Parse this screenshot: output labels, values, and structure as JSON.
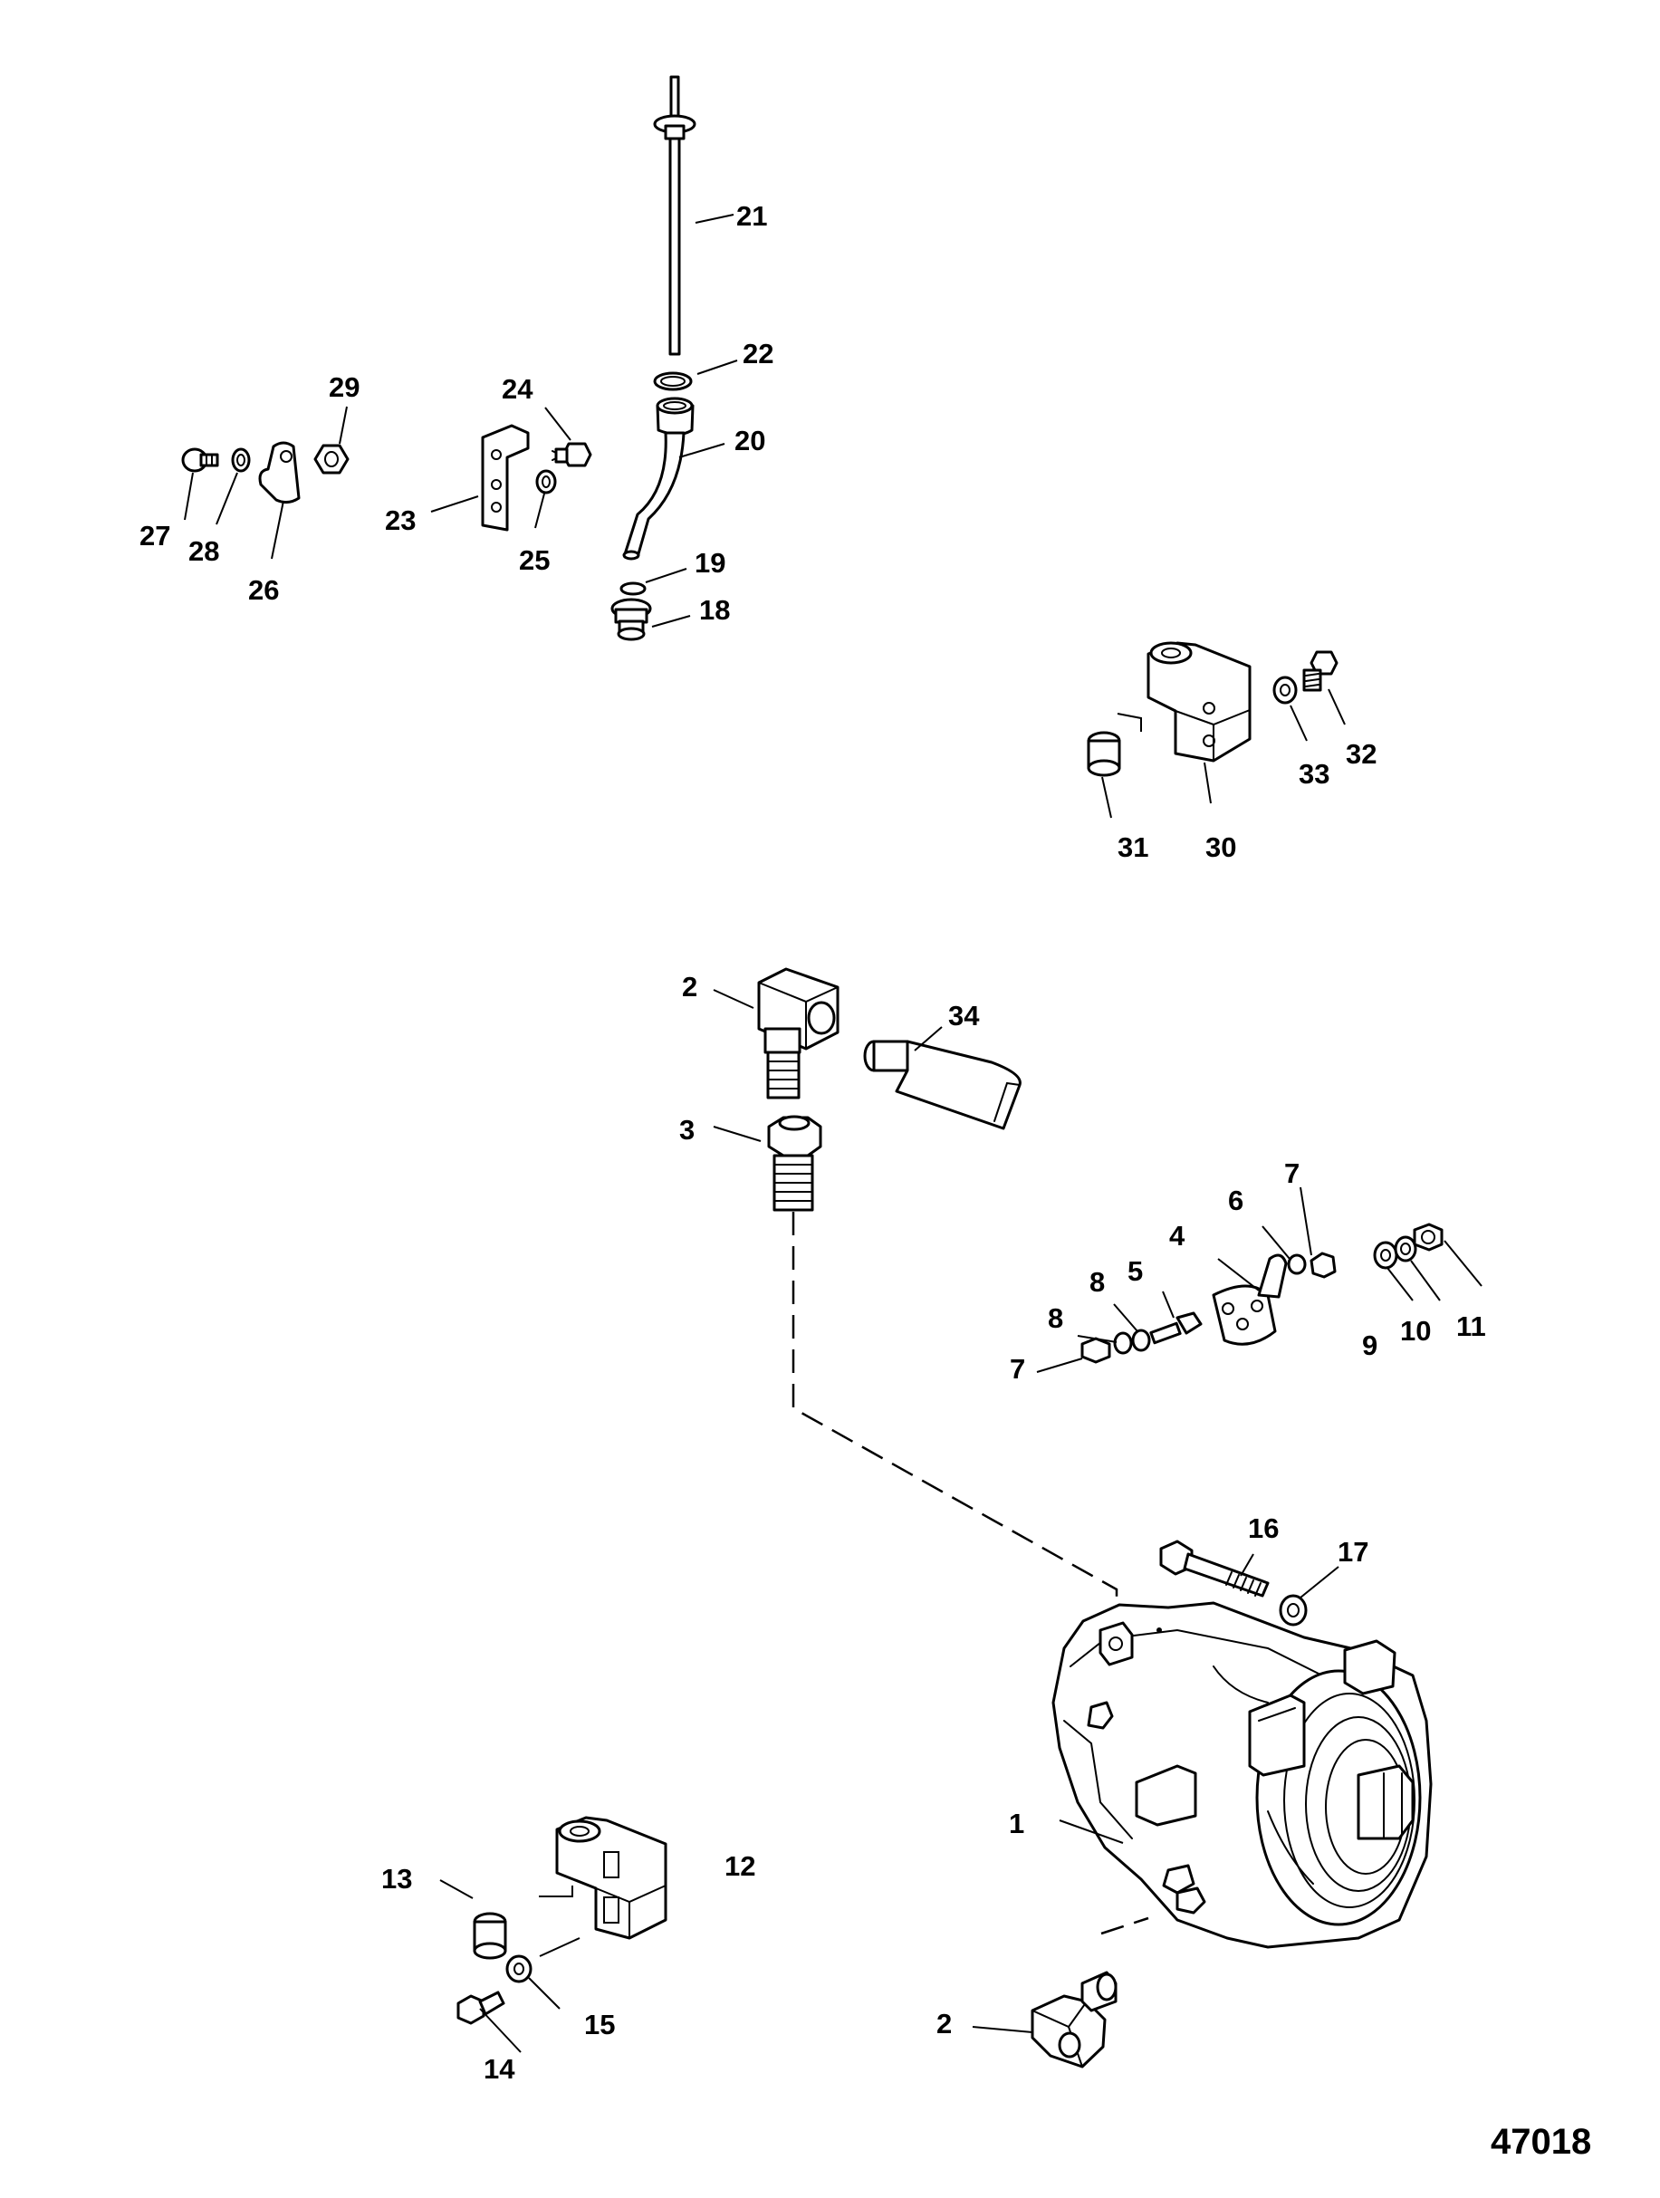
{
  "figure_id": "47018",
  "callouts": {
    "c1": "1",
    "c2a": "2",
    "c2b": "2",
    "c3": "3",
    "c4": "4",
    "c5": "5",
    "c6": "6",
    "c7a": "7",
    "c7b": "7",
    "c8a": "8",
    "c8b": "8",
    "c9": "9",
    "c10": "10",
    "c11": "11",
    "c12": "12",
    "c13": "13",
    "c14": "14",
    "c15": "15",
    "c16": "16",
    "c17": "17",
    "c18": "18",
    "c19": "19",
    "c20": "20",
    "c21": "21",
    "c22": "22",
    "c23": "23",
    "c24": "24",
    "c25": "25",
    "c26": "26",
    "c27": "27",
    "c28": "28",
    "c29": "29",
    "c30": "30",
    "c31": "31",
    "c32": "32",
    "c33": "33",
    "c34": "34"
  }
}
